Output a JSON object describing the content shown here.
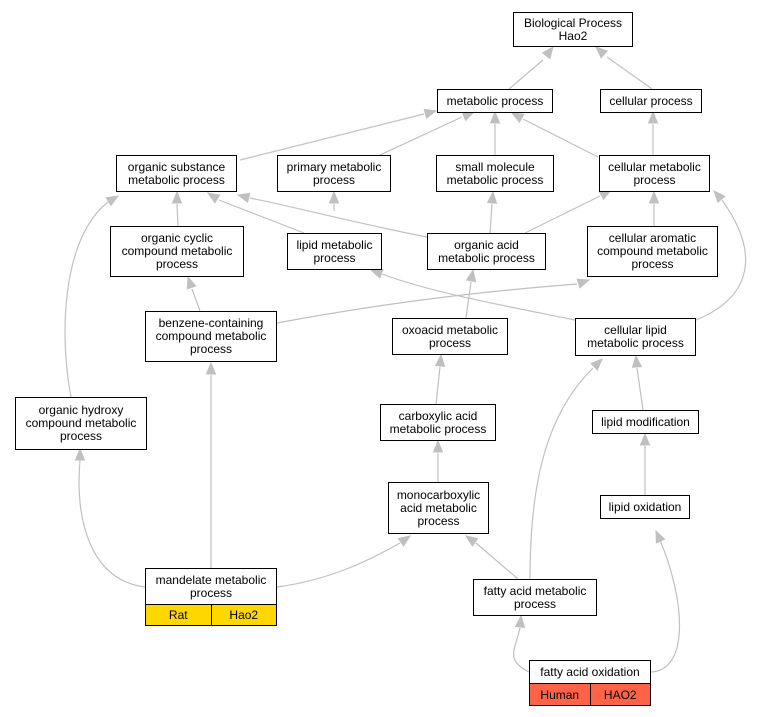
{
  "graph": {
    "nodes": {
      "root": "Biological Process\nHao2",
      "metabolic": "metabolic process",
      "cellular": "cellular process",
      "org_sub": "organic substance\nmetabolic process",
      "primary": "primary metabolic\nprocess",
      "small_mol": "small molecule\nmetabolic process",
      "cell_met": "cellular metabolic\nprocess",
      "org_cyc": "organic cyclic\ncompound metabolic\nprocess",
      "lipid_met": "lipid metabolic\nprocess",
      "org_acid": "organic acid\nmetabolic process",
      "cell_arom": "cellular aromatic\ncompound metabolic\nprocess",
      "benzene": "benzene-containing\ncompound metabolic\nprocess",
      "oxoacid": "oxoacid metabolic\nprocess",
      "cell_lipid": "cellular lipid\nmetabolic process",
      "org_hyd": "organic hydroxy\ncompound metabolic\nprocess",
      "carbox": "carboxylic acid\nmetabolic process",
      "lipid_mod": "lipid modification",
      "monocarb": "monocarboxylic\nacid metabolic\nprocess",
      "lipid_ox": "lipid oxidation",
      "mandelate": "mandelate metabolic\nprocess",
      "fatty_met": "fatty acid metabolic\nprocess",
      "fatty_ox": "fatty acid oxidation"
    },
    "annotations": {
      "mandelate": {
        "species": "Rat",
        "gene": "Hao2",
        "color": "#ffd700"
      },
      "fatty_ox": {
        "species": "Human",
        "gene": "HAO2",
        "color": "#ff6347"
      }
    },
    "edge_color": "#c0c0c0"
  }
}
